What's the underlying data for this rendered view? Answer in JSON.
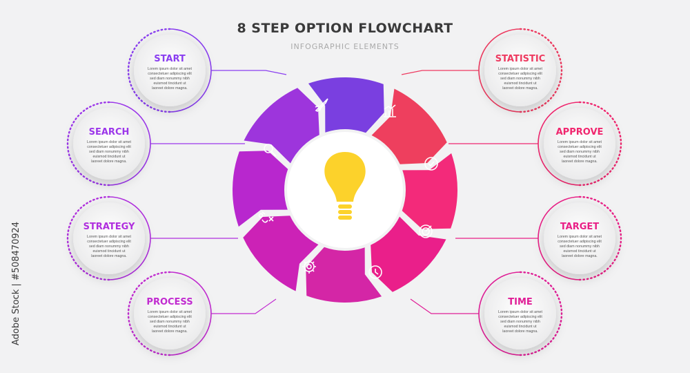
{
  "title": "8 STEP OPTION FLOWCHART",
  "subtitle": "INFOGRAPHIC ELEMENTS",
  "watermark": "Adobe Stock | #508470924",
  "colors": {
    "background": "#f2f2f3",
    "connector_purple": "#a63ed9",
    "connector_pink": "#e8237c",
    "bulb": "#fcd22b",
    "segments": [
      "#7a3fe0",
      "#ee3f5e",
      "#f32a7a",
      "#ea1f8a",
      "#d426a6",
      "#cc22b6",
      "#b827ce",
      "#9d35dc"
    ]
  },
  "steps": [
    {
      "title": "START",
      "color": "#8a3ef0",
      "icon": "rocket-icon",
      "desc": [
        "Lorem ipsum dolor sit amet",
        "consectetuer adipiscing elit",
        "sed diam nonummy nibh",
        "euismod tincidunt ut",
        "laoreet dolore magna."
      ]
    },
    {
      "title": "SEARCH",
      "color": "#9c37ea",
      "icon": "magnifier-icon",
      "desc": [
        "Lorem ipsum dolor sit amet",
        "consectetuer adipiscing elit",
        "sed diam nonummy nibh",
        "euismod tincidunt ut",
        "laoreet dolore magna."
      ]
    },
    {
      "title": "STRATEGY",
      "color": "#b02fde",
      "icon": "strategy-icon",
      "desc": [
        "Lorem ipsum dolor sit amet",
        "consectetuer adipiscing elit",
        "sed diam nonummy nibh",
        "euismod tincidunt ut",
        "laoreet dolore magna."
      ]
    },
    {
      "title": "PROCESS",
      "color": "#c12bd0",
      "icon": "gear-icon",
      "desc": [
        "Lorem ipsum dolor sit amet",
        "consectetuer adipiscing elit",
        "sed diam nonummy nibh",
        "euismod tincidunt ut",
        "laoreet dolore magna."
      ]
    },
    {
      "title": "STATISTIC",
      "color": "#ee3a60",
      "icon": "chart-icon",
      "desc": [
        "Lorem ipsum dolor sit amet",
        "consectetuer adipiscing elit",
        "sed diam nonummy nibh",
        "euismod tincidunt ut",
        "laoreet dolore magna."
      ]
    },
    {
      "title": "APPROVE",
      "color": "#f0266e",
      "icon": "check-icon",
      "desc": [
        "Lorem ipsum dolor sit amet",
        "consectetuer adipiscing elit",
        "sed diam nonummy nibh",
        "euismod tincidunt ut",
        "laoreet dolore magna."
      ]
    },
    {
      "title": "TARGET",
      "color": "#e91f86",
      "icon": "target-icon",
      "desc": [
        "Lorem ipsum dolor sit amet",
        "consectetuer adipiscing elit",
        "sed diam nonummy nibh",
        "euismod tincidunt ut",
        "laoreet dolore magna."
      ]
    },
    {
      "title": "TIME",
      "color": "#e01e96",
      "icon": "clock-icon",
      "desc": [
        "Lorem ipsum dolor sit amet",
        "consectetuer adipiscing elit",
        "sed diam nonummy nibh",
        "euismod tincidunt ut",
        "laoreet dolore magna."
      ]
    }
  ],
  "center_icon": "lightbulb-icon"
}
